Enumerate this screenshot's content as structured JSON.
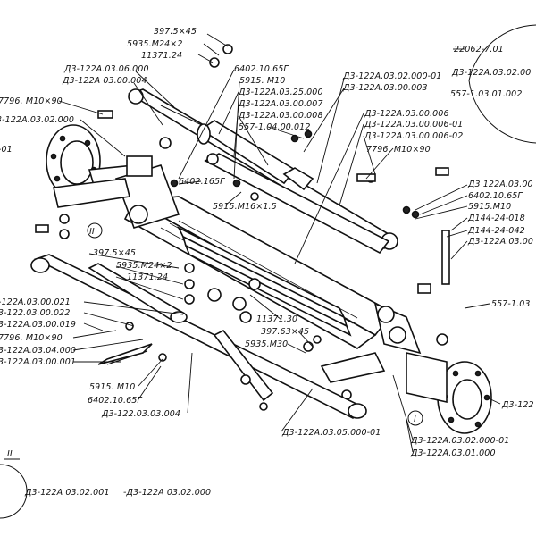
{
  "diagram": {
    "callouts": [
      {
        "id": "c01",
        "text": "397.5×45"
      },
      {
        "id": "c02",
        "text": "5935.M24×2"
      },
      {
        "id": "c03",
        "text": "11371.24"
      },
      {
        "id": "c04",
        "text": "Д3-122А.03.06.000"
      },
      {
        "id": "c05",
        "text": "Д3-122А 03.00.004"
      },
      {
        "id": "c06",
        "text": "7796. М10×90"
      },
      {
        "id": "c07",
        "text": "3-122А.03.02.000"
      },
      {
        "id": "c08",
        "text": "-01"
      },
      {
        "id": "c09",
        "text": "6402.10.65Г"
      },
      {
        "id": "c10",
        "text": "5915. М10"
      },
      {
        "id": "c11",
        "text": "Д3-122А.03.25.000"
      },
      {
        "id": "c12",
        "text": "Д3-122А.03.00.007"
      },
      {
        "id": "c13",
        "text": "Д3-122А.03.00.008"
      },
      {
        "id": "c14",
        "text": "557-1.04.00.012"
      },
      {
        "id": "c15",
        "text": "Д3-122А.03.02.000-01"
      },
      {
        "id": "c16",
        "text": "Д3-122А.03.00.003"
      },
      {
        "id": "c17",
        "text": "22062-7.01"
      },
      {
        "id": "c18",
        "text": "Д3-122А.03.02.00"
      },
      {
        "id": "c19",
        "text": "557-1.03.01.002"
      },
      {
        "id": "c20",
        "text": "Д3-122А.03.00.006"
      },
      {
        "id": "c21",
        "text": "Д3-122А.03.00.006-01"
      },
      {
        "id": "c22",
        "text": "Д3-122А.03.00.006-02"
      },
      {
        "id": "c23",
        "text": "7796. М10×90"
      },
      {
        "id": "c24",
        "text": "6402.165Г"
      },
      {
        "id": "c25",
        "text": "5915.М16×1.5"
      },
      {
        "id": "c26",
        "text": "Д3 122А.03.00"
      },
      {
        "id": "c27",
        "text": "6402.10.65Г"
      },
      {
        "id": "c28",
        "text": "5915.М10"
      },
      {
        "id": "c29",
        "text": "Д144-24-018"
      },
      {
        "id": "c30",
        "text": "Д144-24-042"
      },
      {
        "id": "c31",
        "text": "Д3-122А.03.00"
      },
      {
        "id": "c32",
        "text": "397.5×45"
      },
      {
        "id": "c33",
        "text": "5935.М24×2"
      },
      {
        "id": "c34",
        "text": "11371.24"
      },
      {
        "id": "c35",
        "text": "-122А.03.00.021"
      },
      {
        "id": "c36",
        "text": "3-122.03.00.022"
      },
      {
        "id": "c37",
        "text": "3-122А.03.00.019"
      },
      {
        "id": "c38",
        "text": "7796. М10×90"
      },
      {
        "id": "c39",
        "text": "3-122А.03.04.000"
      },
      {
        "id": "c40",
        "text": "3-122А.03.00.001"
      },
      {
        "id": "c41",
        "text": "557-1.03"
      },
      {
        "id": "c42",
        "text": "11371.30"
      },
      {
        "id": "c43",
        "text": "397.63×45"
      },
      {
        "id": "c44",
        "text": "5935.М30"
      },
      {
        "id": "c45",
        "text": "5915. М10"
      },
      {
        "id": "c46",
        "text": "6402.10.65Г"
      },
      {
        "id": "c47",
        "text": "Д3-122.03.03.004"
      },
      {
        "id": "c48",
        "text": "Д3-122А.03.05.000-01"
      },
      {
        "id": "c49",
        "text": "Д3-122А.03.02.000-01"
      },
      {
        "id": "c50",
        "text": "Д3-122А.03.01.000"
      },
      {
        "id": "c51",
        "text": "Д3-122"
      },
      {
        "id": "c52",
        "text": "Д3-122А 03.02.001"
      },
      {
        "id": "c53",
        "text": "-Д3-122А 03.02.000"
      }
    ],
    "view_markers": [
      {
        "id": "m1",
        "text": "II"
      },
      {
        "id": "m2",
        "text": "I"
      },
      {
        "id": "m3",
        "text": "II"
      }
    ]
  }
}
